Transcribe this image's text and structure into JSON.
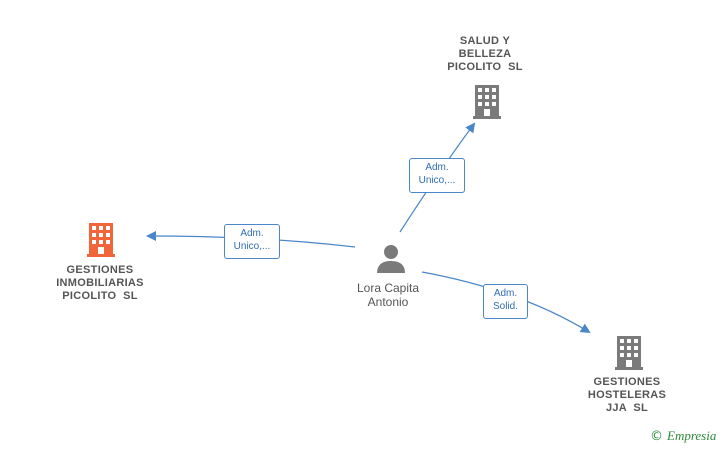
{
  "colors": {
    "edge": "#4a86c8",
    "company_focus": "#f0663a",
    "company": "#7a7a7a",
    "person": "#7a7a7a"
  },
  "nodes": {
    "salud": {
      "icon": "building-icon",
      "lines": [
        "SALUD Y",
        "BELLEZA",
        "PICOLITO  SL"
      ]
    },
    "inmobiliarias": {
      "icon": "building-icon",
      "lines": [
        "GESTIONES",
        "INMOBILIARIAS",
        "PICOLITO  SL"
      ]
    },
    "hosteleras": {
      "icon": "building-icon",
      "lines": [
        "GESTIONES",
        "HOSTELERAS",
        "JJA  SL"
      ]
    },
    "person": {
      "icon": "person-icon",
      "lines": [
        "Lora Capita",
        "Antonio"
      ]
    }
  },
  "edges": {
    "to_salud": {
      "lines": [
        "Adm.",
        "Unico,..."
      ]
    },
    "to_inmobiliarias": {
      "lines": [
        "Adm.",
        "Unico,..."
      ]
    },
    "to_hosteleras": {
      "lines": [
        "Adm.",
        "Solid."
      ]
    }
  },
  "brand": {
    "copyright": "©",
    "name": "Empresia"
  }
}
